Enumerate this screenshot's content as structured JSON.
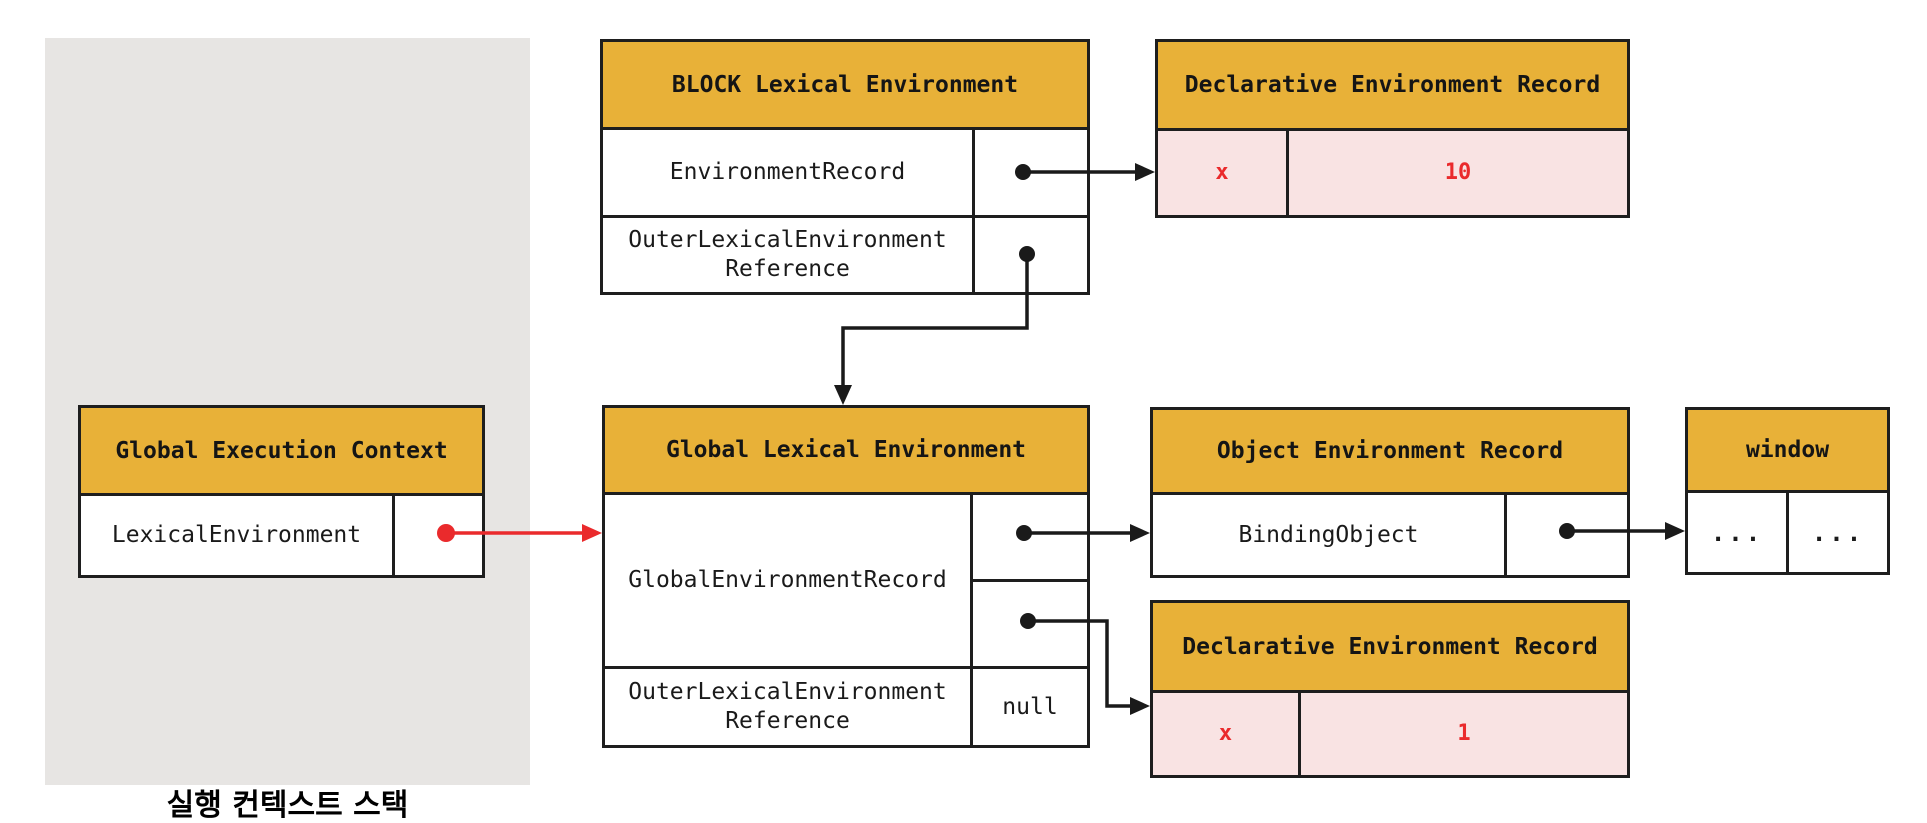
{
  "diagram": {
    "caption": "실행 컨텍스트 스택",
    "colors": {
      "header_yellow": "#E8B138",
      "record_pink": "#F9E3E3",
      "accent_red": "#EA2A2C",
      "stack_gray": "#E7E5E3",
      "line_black": "#1E1E1E"
    },
    "boxes": {
      "global_execution_context": {
        "title": "Global Execution Context",
        "row_label": "LexicalEnvironment"
      },
      "block_lexical_environment": {
        "title": "BLOCK Lexical Environment",
        "row1_label": "EnvironmentRecord",
        "row2_label": "OuterLexicalEnvironment\nReference"
      },
      "declarative_top": {
        "title": "Declarative Environment Record",
        "key": "x",
        "value": "10"
      },
      "global_lexical_environment": {
        "title": "Global Lexical Environment",
        "record_label": "GlobalEnvironmentRecord",
        "outer_label": "OuterLexicalEnvironment\nReference",
        "outer_value": "null"
      },
      "object_environment_record": {
        "title": "Object Environment Record",
        "row_label": "BindingObject"
      },
      "window": {
        "title": "window",
        "cell1": "...",
        "cell2": "..."
      },
      "declarative_bottom": {
        "title": "Declarative Environment Record",
        "key": "x",
        "value": "1"
      }
    }
  }
}
